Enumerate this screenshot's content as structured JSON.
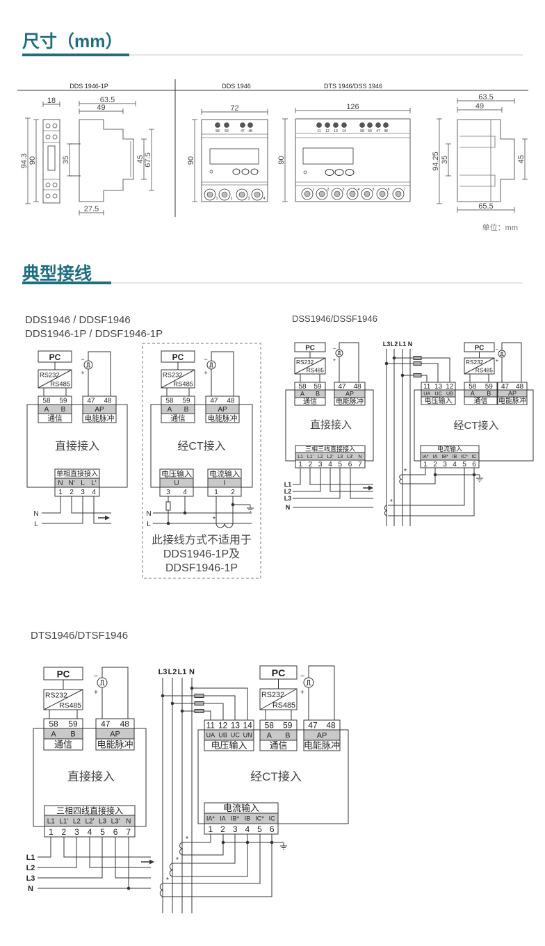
{
  "sections": {
    "dimensions_title": "尺寸（mm）",
    "wiring_title": "典型接线"
  },
  "colors": {
    "accent": "#1e6e82",
    "terminal_gray": "#c9c9c9"
  },
  "dimensions": {
    "headers": [
      "DDS 1946-1P",
      "DDS 1946",
      "DTS 1946/DSS 1946"
    ],
    "dds1p": {
      "width": "18",
      "height_total": "94.3",
      "height": "90",
      "depth_total": "63.5",
      "depth": "49",
      "rail": "35",
      "front_height": "45",
      "side_height": "67.5",
      "base": "27.5"
    },
    "dds": {
      "width": "72",
      "height": "90",
      "top_terminals": [
        "58",
        "59",
        "47",
        "48"
      ],
      "bottom_terminals": [
        "1",
        "2",
        "3",
        "4"
      ]
    },
    "dts": {
      "width": "126",
      "height": "90",
      "top_terminals": [
        "11",
        "12",
        "13",
        "14",
        "58",
        "59",
        "47",
        "48"
      ],
      "bottom_terminals": [
        "1",
        "2",
        "3",
        "4",
        "5",
        "6",
        "7"
      ]
    },
    "dts_side": {
      "depth_total": "63.5",
      "depth": "49",
      "height_total": "94.25",
      "rail": "35",
      "front_height": "45",
      "base": "65.5"
    },
    "unit": "单位：mm"
  },
  "wiring": {
    "common": {
      "pc": "PC",
      "rs232": "RS232",
      "rs485": "RS485",
      "comm_nums": [
        "58",
        "59"
      ],
      "comm_pins": [
        "A",
        "B"
      ],
      "comm_label": "通信",
      "pulse_nums": [
        "47",
        "48"
      ],
      "pulse_pin": "AP",
      "pulse_label": "电能脉冲",
      "minus": "−",
      "plus": "+",
      "star": "*",
      "direct": "直接接入",
      "ct": "经CT接入",
      "voltage_label": "电压输入",
      "current_label": "电流输入"
    },
    "d1": {
      "title1": "DDS1946 / DDSF1946",
      "title2": "DDS1946-1P / DDSF1946-1P",
      "block_label": "单相直接接入",
      "block_pins": [
        "N",
        "N'",
        "L",
        "L'"
      ],
      "block_nums": [
        "1",
        "2",
        "3",
        "4"
      ],
      "lines": [
        "N",
        "L"
      ],
      "ct_voltage_pin": "U",
      "ct_voltage_nums": [
        "3",
        "4"
      ],
      "ct_current_pin": "I",
      "ct_current_nums": [
        "1",
        "2"
      ],
      "note": [
        "此接线方式不适用于",
        "DDS1946-1P及",
        "DDSF1946-1P"
      ]
    },
    "d2": {
      "title": "DSS1946/DSSF1946",
      "block_label": "三相三线直接接入",
      "block_pins": [
        "L1",
        "L1'",
        "L2",
        "L2'",
        "L3",
        "L3'",
        "N"
      ],
      "block_nums": [
        "1",
        "2",
        "3",
        "4",
        "5",
        "6",
        "7"
      ],
      "lines": [
        "L1",
        "L2",
        "L3",
        "N"
      ],
      "bus": [
        "L3",
        "L2",
        "L1",
        "N"
      ],
      "voltage_nums": [
        "11",
        "13",
        "12"
      ],
      "voltage_pins": [
        "UA",
        "UC",
        "UB"
      ],
      "current_pins": [
        "IA*",
        "IA",
        "IB*",
        "IB",
        "IC*",
        "IC"
      ],
      "current_nums": [
        "1",
        "2",
        "3",
        "4",
        "5",
        "6"
      ]
    },
    "d3": {
      "title": "DTS1946/DTSF1946",
      "block_label": "三相四线直接接入",
      "block_pins": [
        "L1",
        "L1'",
        "L2",
        "L2'",
        "L3",
        "L3'",
        "N"
      ],
      "block_nums": [
        "1",
        "2",
        "3",
        "4",
        "5",
        "6",
        "7"
      ],
      "lines": [
        "L1",
        "L2",
        "L3",
        "N"
      ],
      "bus": [
        "L3",
        "L2",
        "L1",
        "N"
      ],
      "voltage_nums": [
        "11",
        "12",
        "13",
        "14"
      ],
      "voltage_pins": [
        "UA",
        "UB",
        "UC",
        "UN"
      ],
      "current_pins": [
        "IA*",
        "IA",
        "IB*",
        "IB",
        "IC*",
        "IC"
      ],
      "current_nums": [
        "1",
        "2",
        "3",
        "4",
        "5",
        "6"
      ]
    }
  }
}
